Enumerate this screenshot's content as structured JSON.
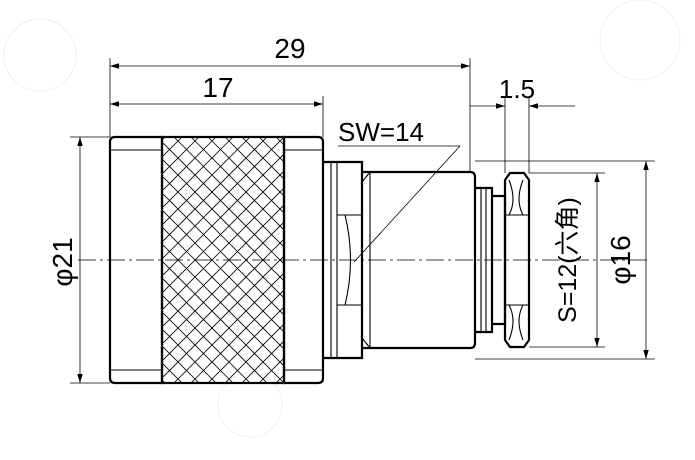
{
  "drawing": {
    "dim_overall_length": "29",
    "dim_knurl_length": "17",
    "dim_flange_thickness": "1.5",
    "dim_wrench_size": "SW=14",
    "dim_body_diameter": "φ21",
    "dim_hex_size": "S=12(六角)",
    "dim_flange_diameter": "φ16"
  }
}
